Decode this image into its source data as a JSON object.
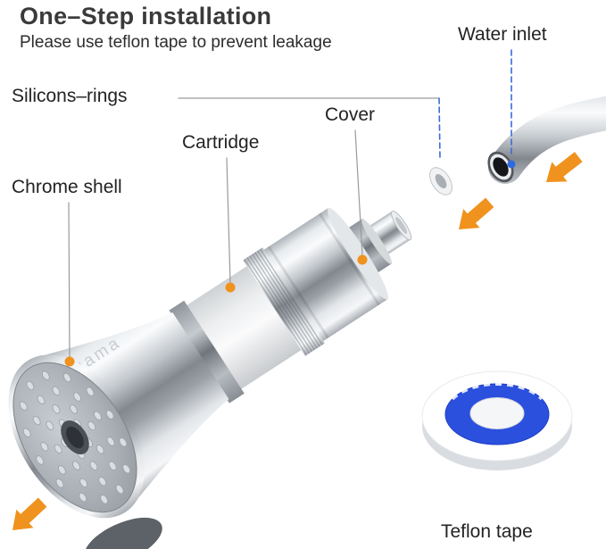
{
  "title": "One–Step installation",
  "subtitle": "Please use teflon tape to prevent leakage",
  "labels": {
    "water_inlet": "Water inlet",
    "silicons_rings": "Silicons–rings",
    "cover": "Cover",
    "cartridge": "Cartridge",
    "chrome_shell": "Chrome shell",
    "teflon_tape": "Teflon tape"
  },
  "product": {
    "brand_text": "luama"
  },
  "colors": {
    "accent_orange": "#F0921E",
    "leader_blue": "#3A6BD9",
    "tape_blue": "#2B50DE",
    "text_dark": "#2C2C2C"
  }
}
